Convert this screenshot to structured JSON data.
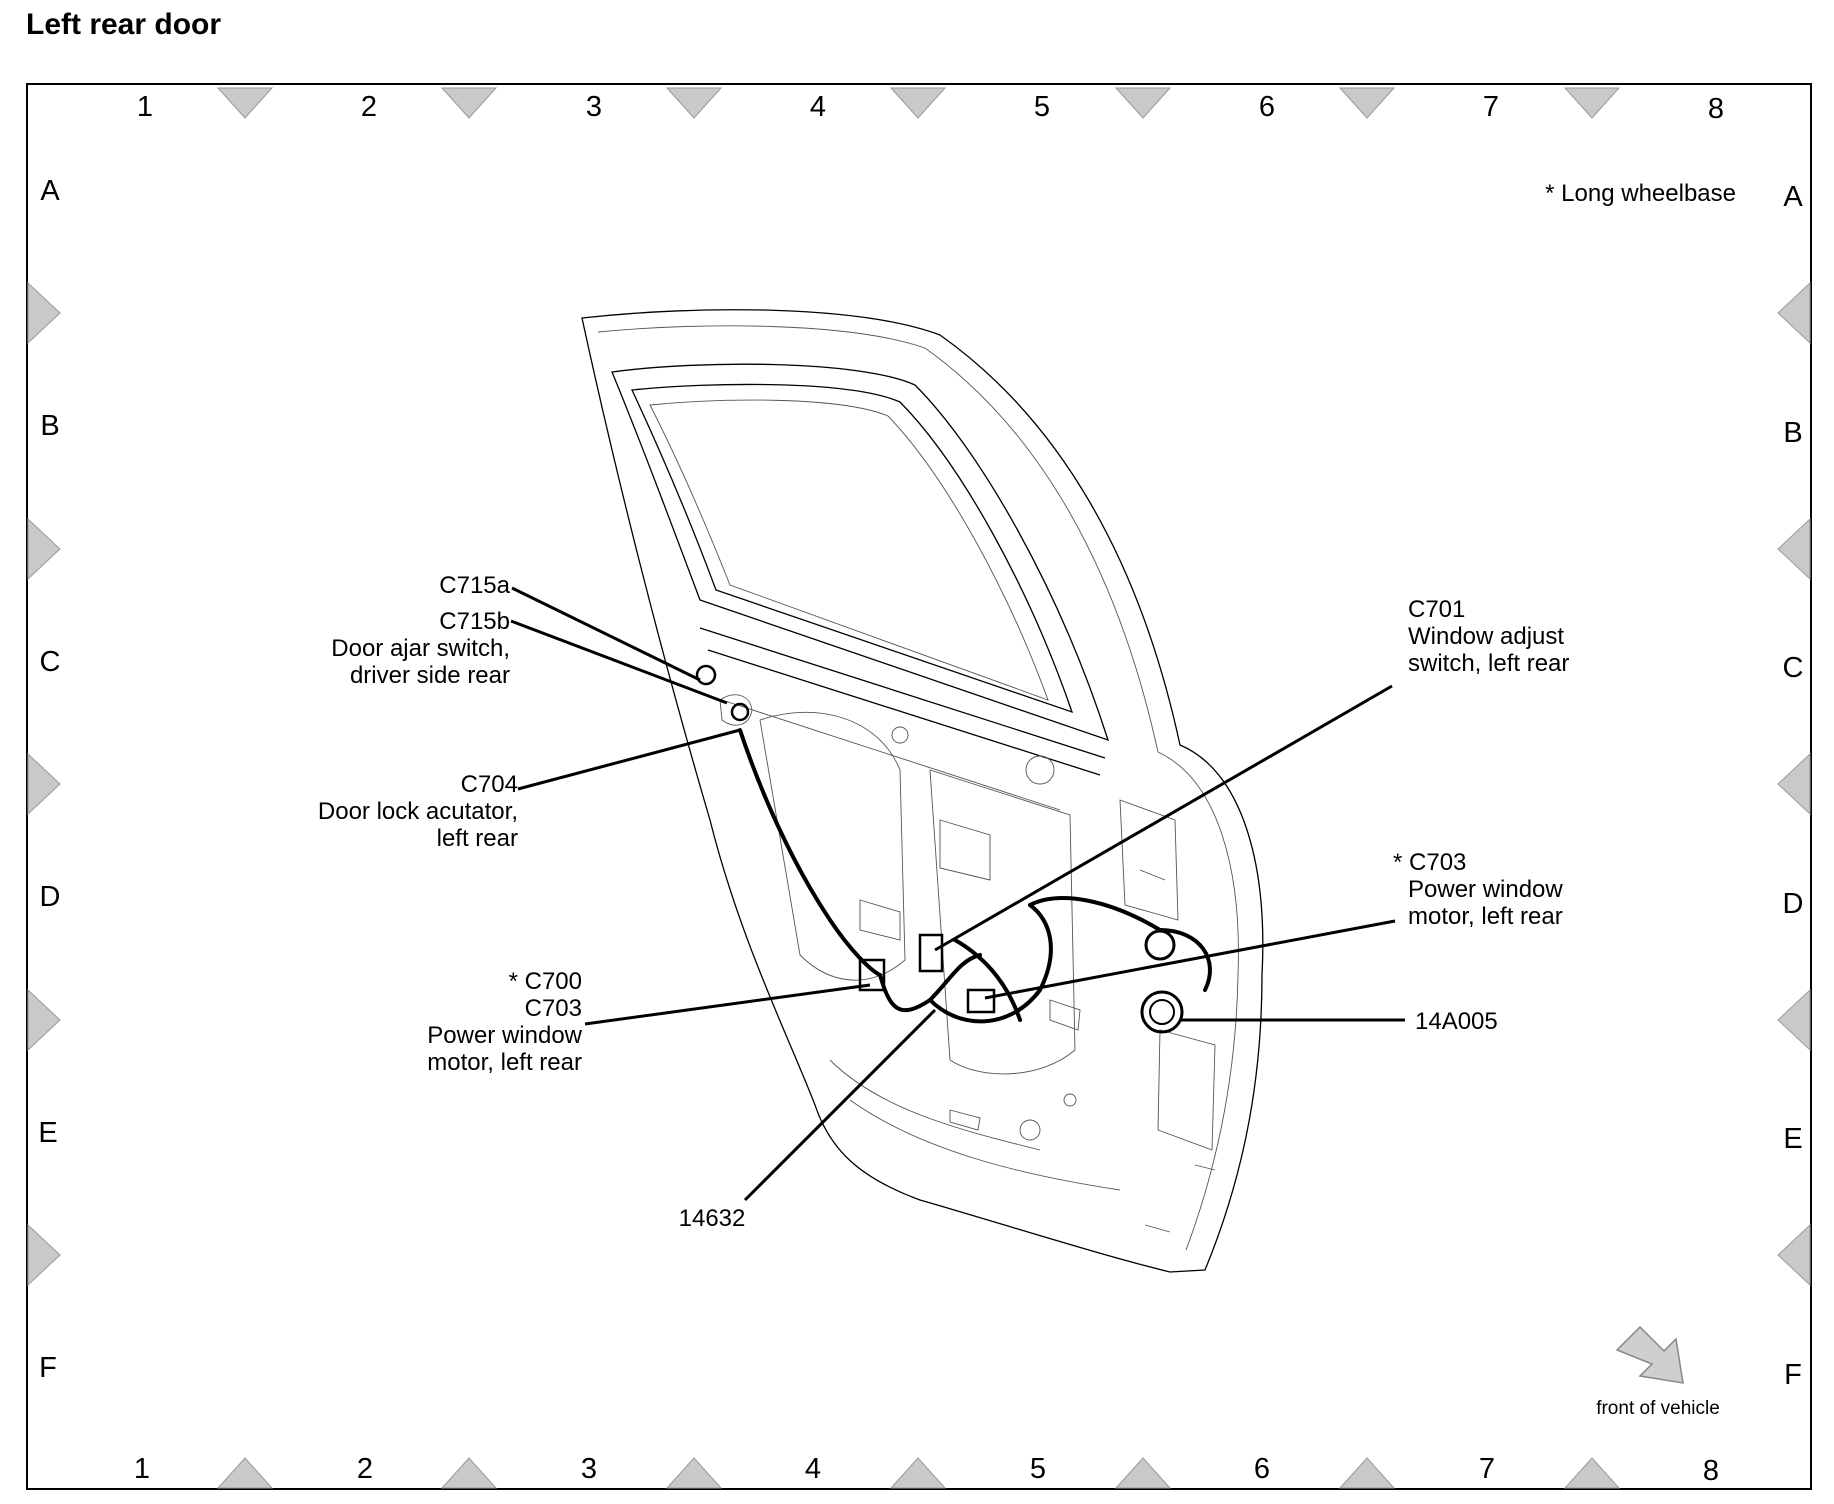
{
  "page": {
    "title": "Left rear door"
  },
  "grid": {
    "columns": [
      "1",
      "2",
      "3",
      "4",
      "5",
      "6",
      "7",
      "8"
    ],
    "rows": [
      "A",
      "B",
      "C",
      "D",
      "E",
      "F"
    ]
  },
  "note": "* Long wheelbase",
  "callouts": {
    "c715a": "C715a",
    "c715b": [
      "C715b",
      "Door ajar switch,",
      "driver side rear"
    ],
    "c704": [
      "C704",
      "Door lock acutator,",
      "left rear"
    ],
    "c700": [
      "* C700",
      "C703",
      "Power window",
      "motor, left rear"
    ],
    "n14632": "14632",
    "c701": [
      "C701",
      "Window adjust",
      "switch, left rear"
    ],
    "c703": [
      "* C703",
      "Power window",
      "motor, left rear"
    ],
    "n14a005": "14A005"
  },
  "orientation": {
    "label": "front of vehicle",
    "icon": "arrow-down-right-icon"
  }
}
